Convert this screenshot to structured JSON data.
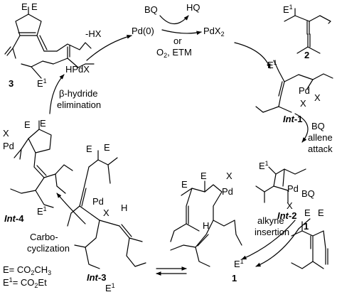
{
  "cycle": {
    "pd0": "Pd(0)",
    "pdx2": "PdX",
    "pdx2_sub": "2",
    "hpdx": "HPdX",
    "minus_hx": "-HX",
    "bq": "BQ",
    "hq": "HQ",
    "or": "or",
    "o2_etm": "O",
    "o2_sub": "2",
    "o2_etm_rest": ", ETM"
  },
  "steps": {
    "beta_hydride_1": "β-hydride",
    "beta_hydride_2": "elimination",
    "bq_attack": "BQ",
    "allene_1": "allene",
    "allene_2": "attack",
    "alkyne_1": "alkyne",
    "alkyne_2": "insertion",
    "carbo_1": "Carbo-",
    "carbo_2": "cyclization"
  },
  "compounds": {
    "c1": "1",
    "c2": "2",
    "c3": "3",
    "int1": "Int",
    "int1_num": "-1",
    "int2": "Int",
    "int2_num": "-2",
    "int3": "Int",
    "int3_num": "-3",
    "int4": "Int",
    "int4_num": "-4"
  },
  "atoms": {
    "E": "E",
    "E1": "E",
    "E1_sup": "1",
    "X": "X",
    "Pd": "Pd",
    "H": "H",
    "BQ": "BQ"
  },
  "definitions": {
    "e_def": "E= CO",
    "e_def_sub": "2",
    "e_def_rest": "CH",
    "e_def_sub2": "3",
    "e1_def": "E",
    "e1_def_sup": "1",
    "e1_def_rest": "= CO",
    "e1_def_sub": "2",
    "e1_def_rest2": "Et"
  },
  "colors": {
    "ink": "#000000",
    "background": "#ffffff"
  }
}
